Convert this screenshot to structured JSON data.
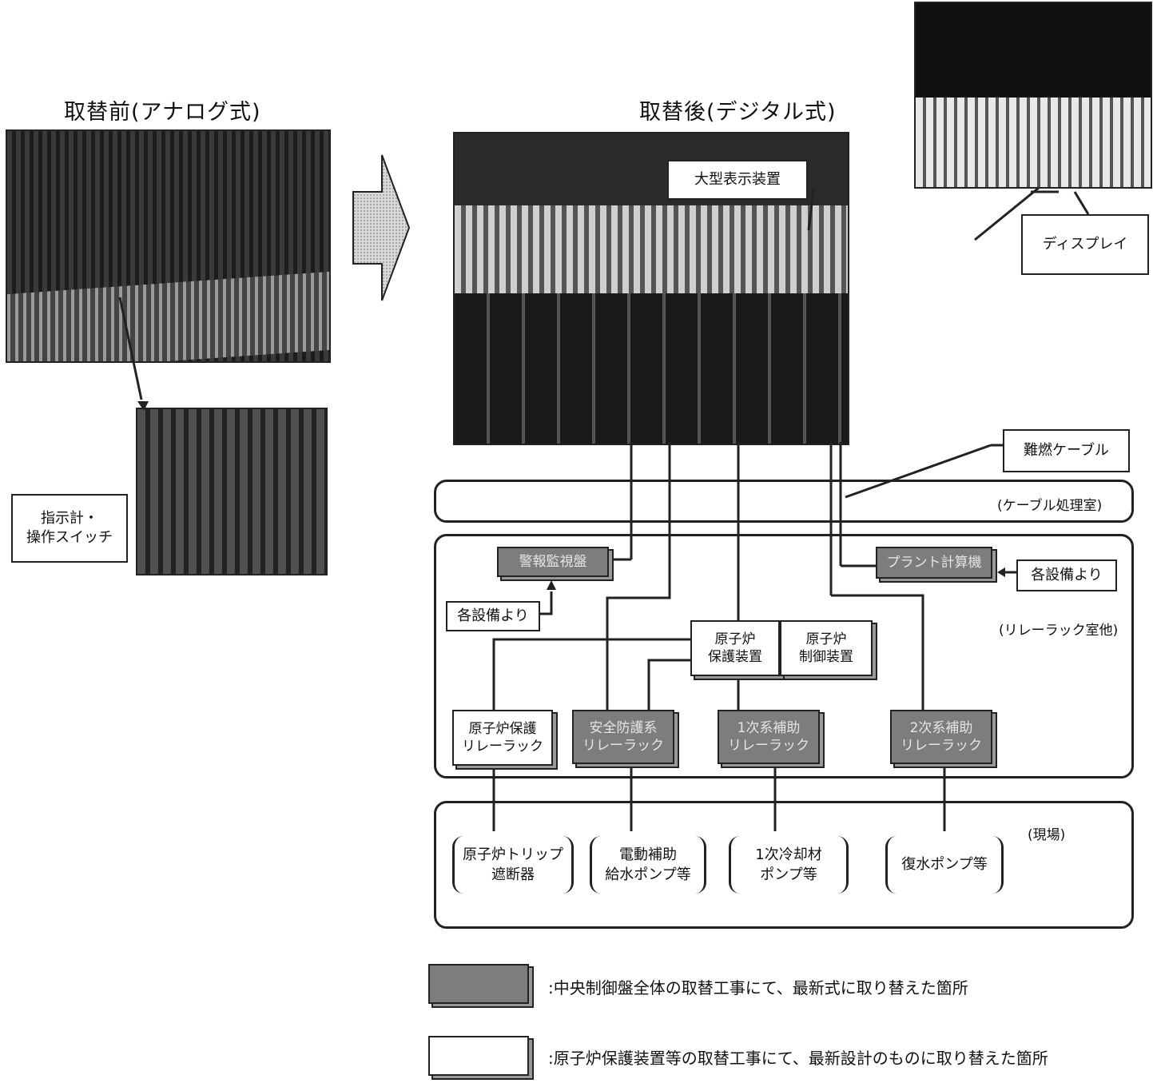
{
  "headings": {
    "before": "取替前(アナログ式)",
    "after": "取替後(デジタル式)"
  },
  "callouts": {
    "indicator": "指示計・\n操作スイッチ",
    "large_display": "大型表示装置",
    "display": "ディスプレイ",
    "flame_cable": "難燃ケーブル",
    "from_equipment_left": "各設備より",
    "from_equipment_right": "各設備より"
  },
  "regions": {
    "cable_room": "(ケーブル処理室)",
    "relay_room": "(リレーラック室他)",
    "field": "(現場)"
  },
  "devices": {
    "alarm_monitor": "警報監視盤",
    "plant_computer": "プラント計算機",
    "reactor_protection": "原子炉\n保護装置",
    "reactor_control": "原子炉\n制御装置",
    "reactor_protection_rack": "原子炉保護\nリレーラック",
    "safety_protection_rack": "安全防護系\nリレーラック",
    "primary_aux_rack": "1次系補助\nリレーラック",
    "secondary_aux_rack": "2次系補助\nリレーラック"
  },
  "field_items": [
    "原子炉トリップ\n遮断器",
    "電動補助\n給水ポンプ等",
    "1次冷却材\nポンプ等",
    "復水ポンプ等"
  ],
  "legend": {
    "dark": ":中央制御盤全体の取替工事にて、最新式に取り替えた箇所",
    "light": ":原子炉保護装置等の取替工事にて、最新設計のものに取り替えた箇所"
  },
  "colors": {
    "dark_box": "#7d7d7d",
    "line": "#222222"
  }
}
